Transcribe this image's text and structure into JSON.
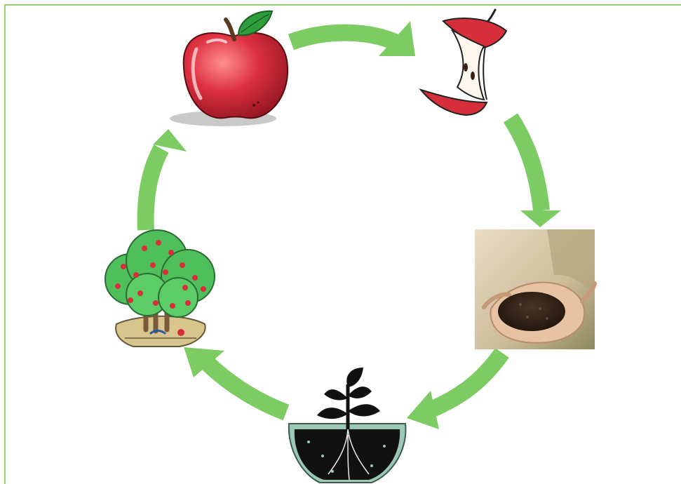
{
  "diagram": {
    "type": "life-cycle",
    "colors": {
      "frame": "#92D36E",
      "arrow": "#7CCB63",
      "apple_red": "#D62F3A",
      "leaf_green": "#2E9E3C",
      "soil": "#3B2A1E",
      "skin": "#E7C3A3",
      "sage": "#9CC8B6"
    },
    "stages": [
      {
        "id": "apple",
        "icon": "apple-icon"
      },
      {
        "id": "apple-core",
        "icon": "apple-core-icon"
      },
      {
        "id": "compost",
        "icon": "hands-holding-soil-icon"
      },
      {
        "id": "seedling",
        "icon": "sprouting-seedling-icon"
      },
      {
        "id": "apple-tree",
        "icon": "apple-tree-icon"
      }
    ],
    "cycle_direction": "clockwise"
  }
}
